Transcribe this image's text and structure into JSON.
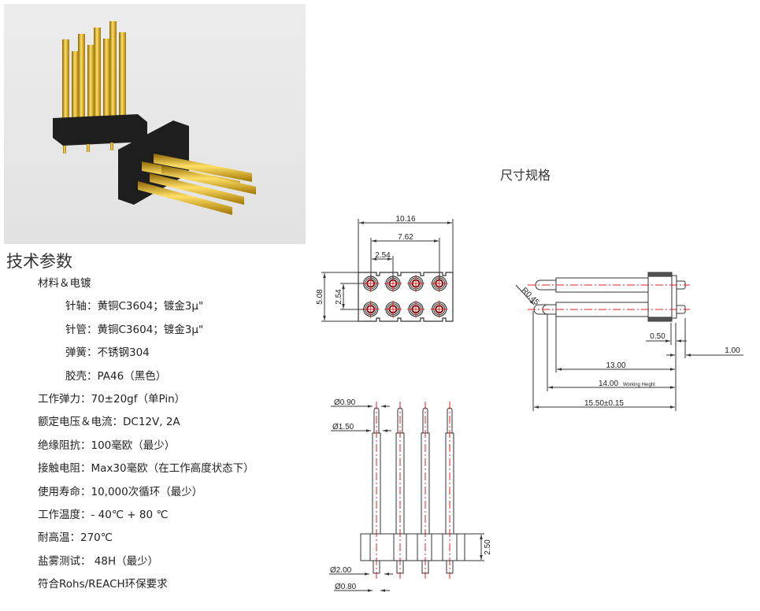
{
  "specs": {
    "title": "技术参数",
    "items": [
      {
        "text": "材料＆电镀",
        "level": 1
      },
      {
        "text": "针轴：黄铜C3604；镀金3μ\"",
        "level": 2
      },
      {
        "text": "针管：黄铜C3604；镀金3μ\"",
        "level": 2
      },
      {
        "text": "弹簧：不锈钢304",
        "level": 2
      },
      {
        "text": "胶壳：PA46（黑色）",
        "level": 2
      },
      {
        "text": "工作弹力：70±20gf（单Pin）",
        "level": 1
      },
      {
        "text": "额定电压＆电流：DC12V, 2A",
        "level": 1
      },
      {
        "text": "绝缘阻抗：100毫欧（最少）",
        "level": 1
      },
      {
        "text": "接触电阻：Max30毫欧（在工作高度状态下）",
        "level": 1
      },
      {
        "text": "使用寿命：10,000次循环（最少）",
        "level": 1
      },
      {
        "text": "工作温度：- 40℃ + 80 ℃",
        "level": 1
      },
      {
        "text": "耐高温：270℃",
        "level": 1
      },
      {
        "text": "盐雾测试： 48H（最少）",
        "level": 1
      },
      {
        "text": "符合Rohs/REACH环保要求",
        "level": 1
      }
    ]
  },
  "drawing": {
    "title": "尺寸规格",
    "top_view": {
      "width": "10.16",
      "span": "7.62",
      "pitch_x": "2.54",
      "height": "5.08",
      "pitch_y": "2.54"
    },
    "side_view": {
      "radius": "R0.45",
      "d1": "0.50",
      "d2": "1.00",
      "d3": "13.00",
      "d4": "14.00",
      "d4_note": "Working Height",
      "d5": "15.50±0.15"
    },
    "front_view": {
      "tip_dia": "Ø0.90",
      "barrel_dia": "Ø1.50",
      "base_dia": "Ø2.00",
      "tail_dia": "Ø0.80",
      "housing_h": "2.50"
    }
  },
  "colors": {
    "gold": "#d9a800",
    "housing": "#1e1e1e",
    "centerline": "#e02020"
  }
}
